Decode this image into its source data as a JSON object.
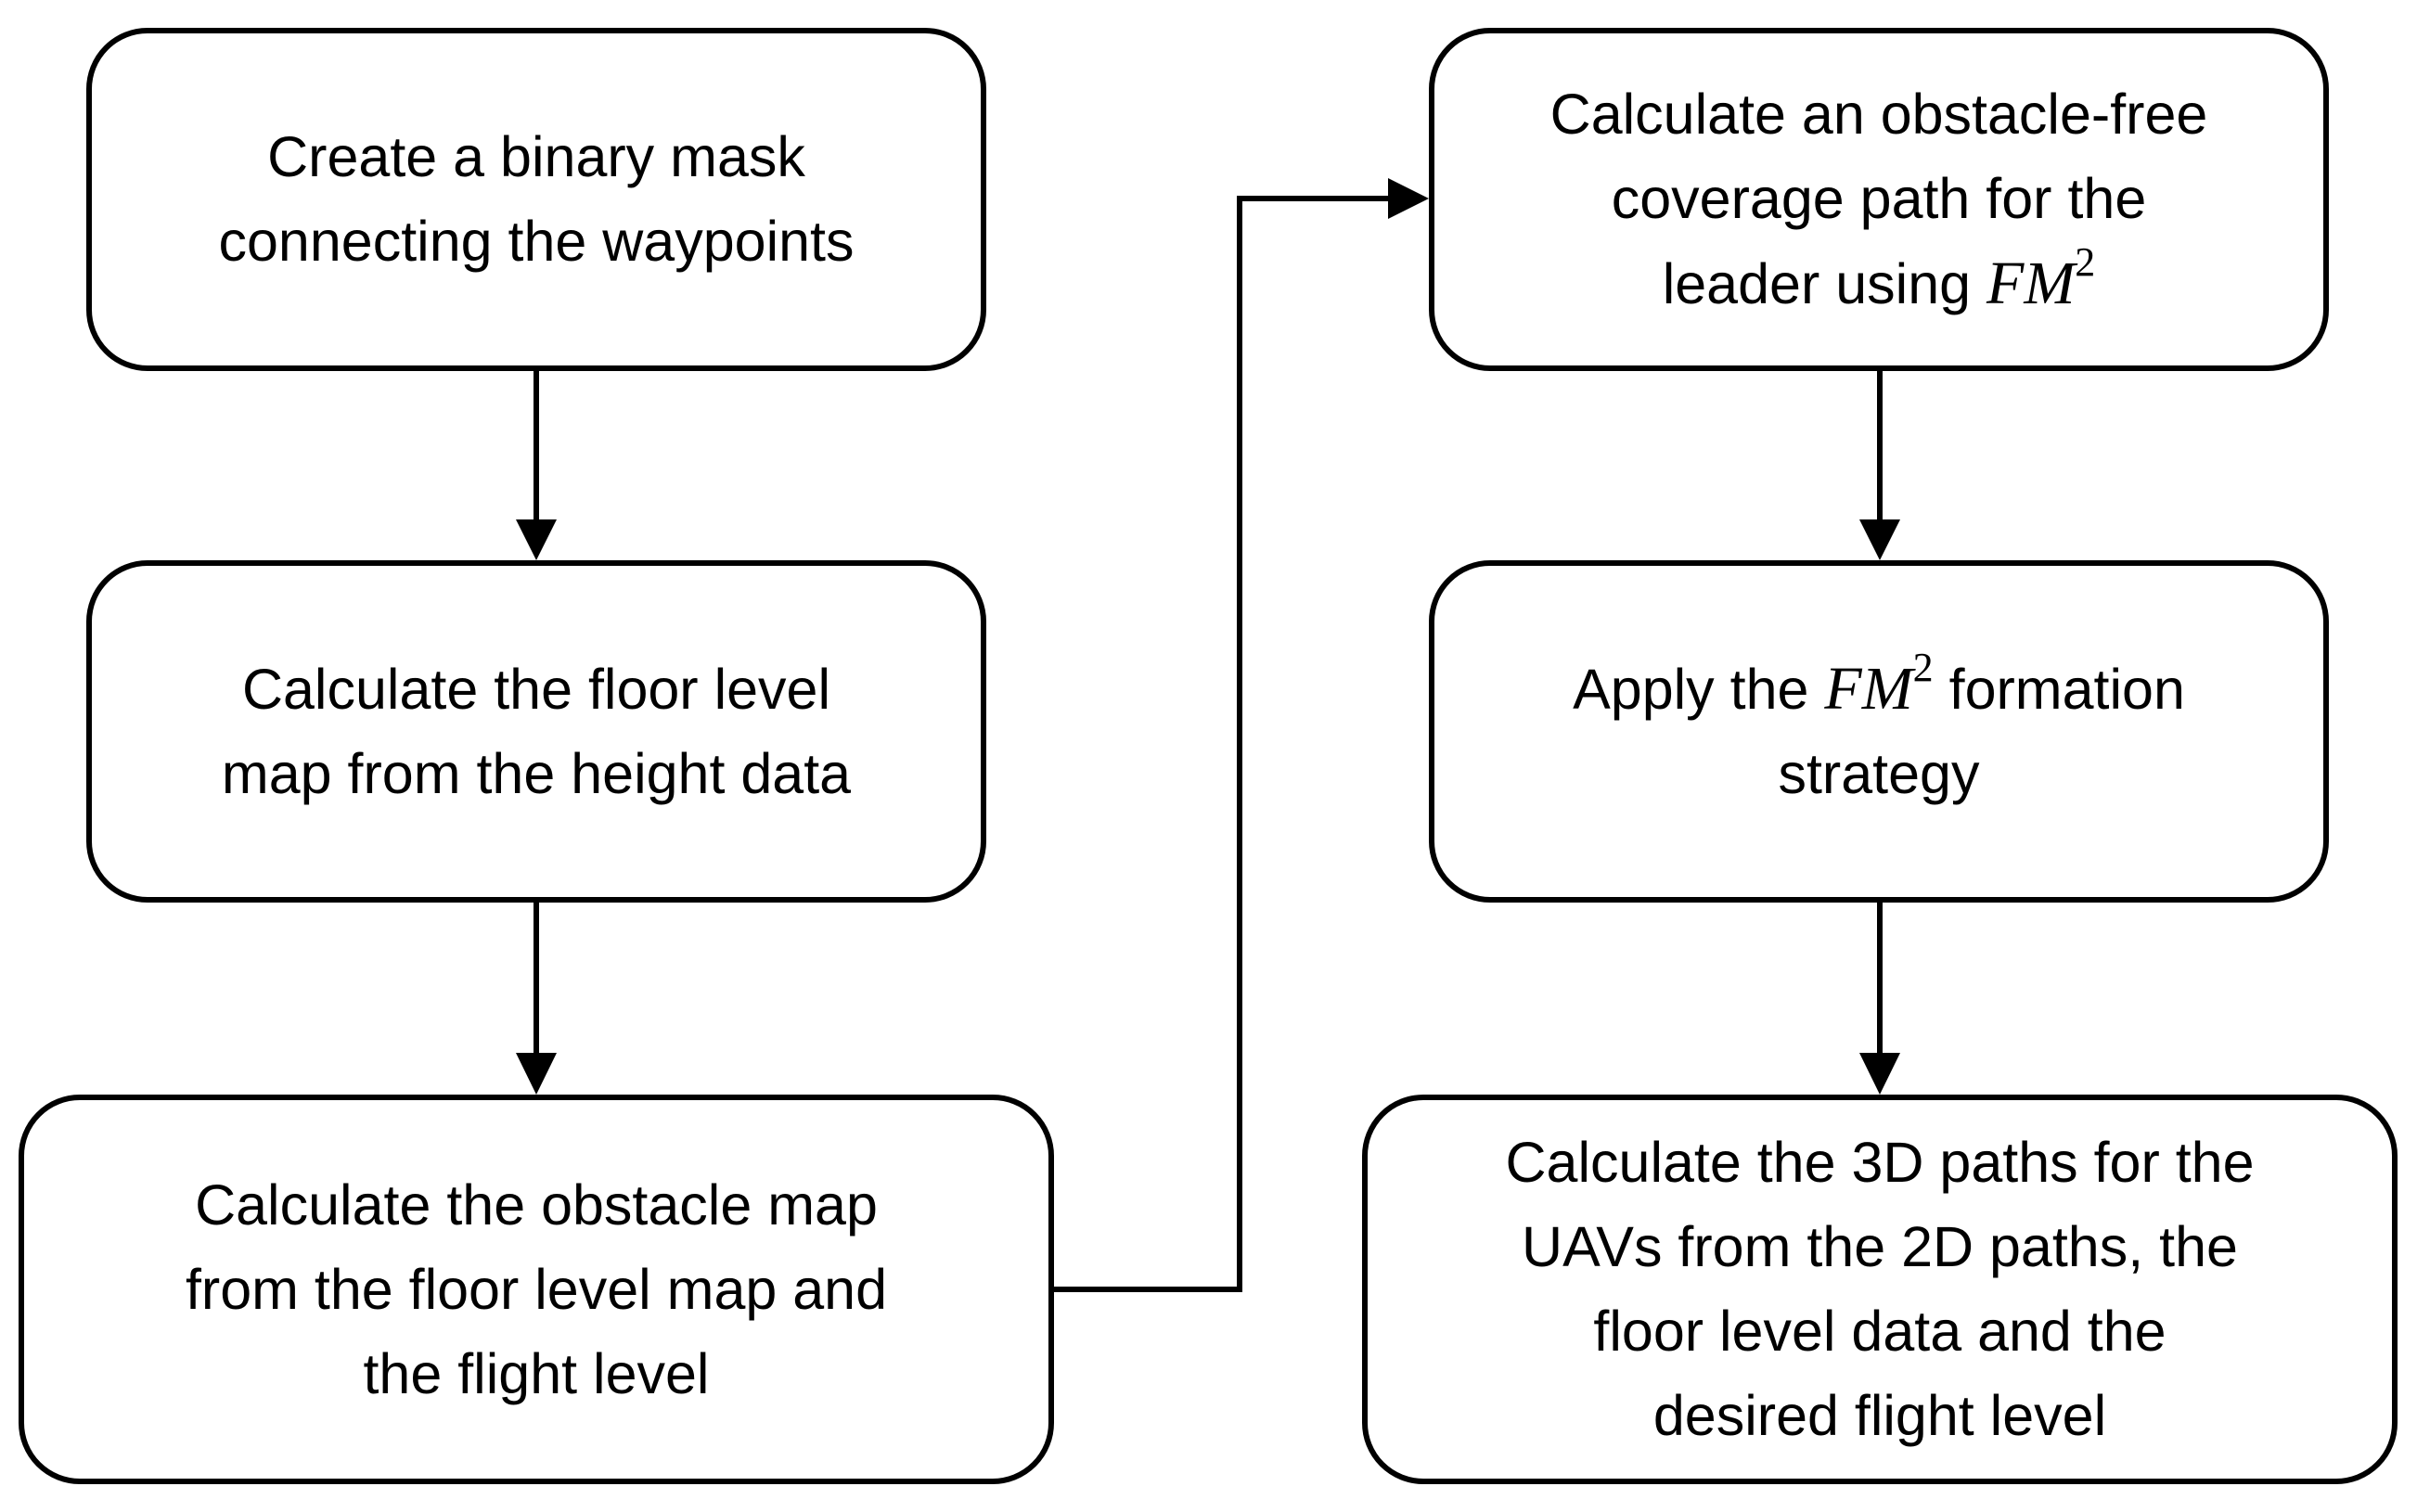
{
  "diagram": {
    "steps": [
      {
        "id": "mask",
        "lines": [
          "Create a binary mask",
          "connecting the waypoints"
        ]
      },
      {
        "id": "floor",
        "lines": [
          "Calculate the floor level",
          "map from the height data"
        ]
      },
      {
        "id": "obstacle",
        "lines": [
          "Calculate the obstacle map",
          "from the floor level map and",
          "the flight level"
        ]
      },
      {
        "id": "coverage",
        "lines": [
          "Calculate an obstacle-free",
          "coverage path for the"
        ],
        "line3_prefix": "leader using ",
        "math": "FM",
        "math_sup": "2"
      },
      {
        "id": "formation",
        "line1_prefix": "Apply the ",
        "math": "FM",
        "math_sup": "2",
        "line1_suffix": " formation",
        "line2": "strategy"
      },
      {
        "id": "paths3d",
        "lines": [
          "Calculate the 3D paths for the",
          "UAVs from the 2D paths, the",
          "floor level data and the",
          "desired flight level"
        ]
      }
    ],
    "colors": {
      "stroke": "#000000",
      "fill": "#ffffff",
      "text": "#000000"
    }
  }
}
